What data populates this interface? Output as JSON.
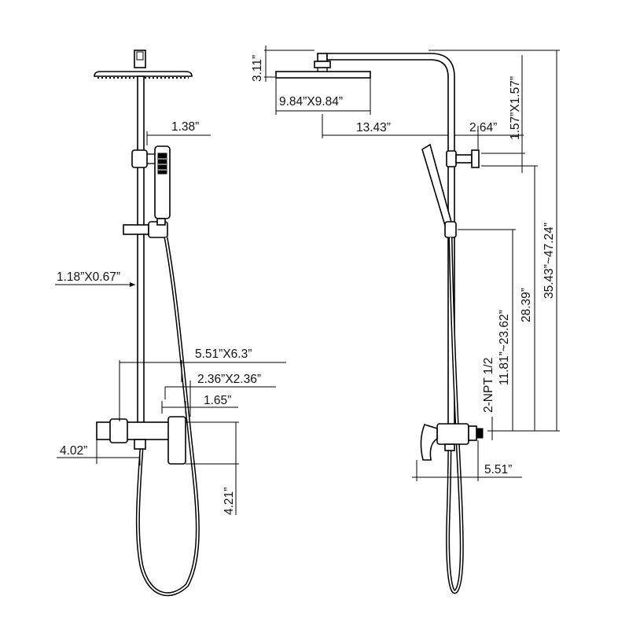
{
  "dimensions": {
    "head_height": "3.11”",
    "head_size": "9.84”X9.84”",
    "arm_length": "13.43”",
    "arm_offset": "2.64”",
    "bracket_size": "1.57”X1.57”",
    "hand_holder_offset": "1.38”",
    "pipe_section": "1.18”X0.67”",
    "diverter_width": "5.51”X6.3”",
    "valve_body": "2.36”X2.36”",
    "spout_offset": "1.65”",
    "spout_projection": "4.02”",
    "valve_height": "4.21”",
    "bottom_projection": "5.51”",
    "inlet_thread": "2-NPT 1/2",
    "holder_range": "11.81”~23.62”",
    "mid_height": "28.39”",
    "total_height": "35.43”~47.24”"
  },
  "colors": {
    "line": "#000000",
    "background": "#ffffff"
  }
}
